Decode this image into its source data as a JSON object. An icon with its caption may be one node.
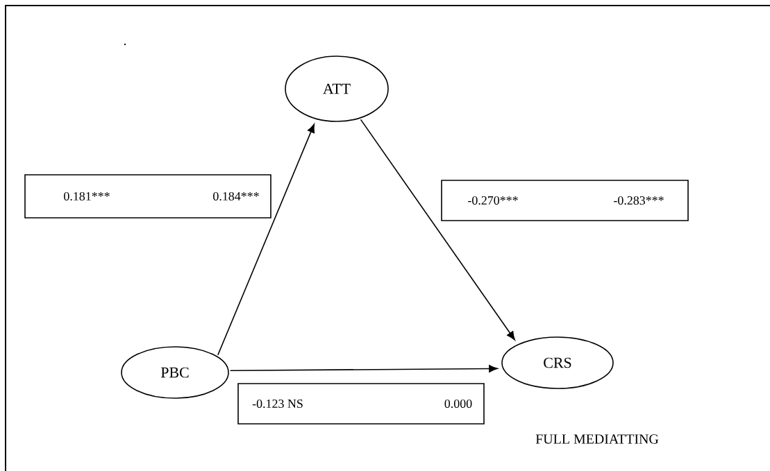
{
  "diagram": {
    "nodes": [
      {
        "text": [
          "ATT"
        ]
      },
      {
        "text": [
          "0.181***",
          "0.184***"
        ]
      },
      {
        "text": [
          "-0.270***",
          "-0.283***"
        ]
      },
      {
        "text": [
          "PBC"
        ]
      },
      {
        "text": [
          "CRS"
        ]
      },
      {
        "text": [
          "-0.123 NS",
          "0.000"
        ]
      }
    ],
    "edges": [
      {
        "from": 3,
        "to": 0,
        "arrow": "to"
      },
      {
        "from": 0,
        "to": 4,
        "arrow": "to"
      },
      {
        "from": 3,
        "to": 4,
        "arrow": "to"
      }
    ],
    "labels": [
      ".",
      "FULL MEDIATTING"
    ]
  }
}
